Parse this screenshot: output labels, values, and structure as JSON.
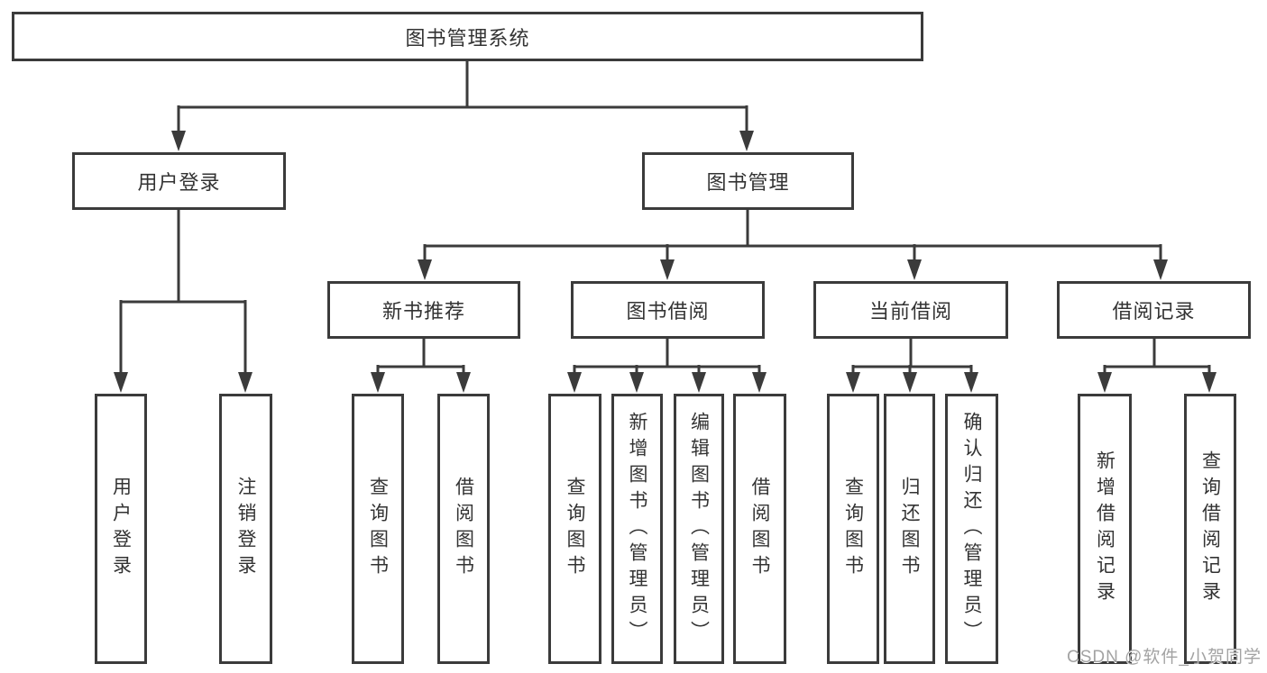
{
  "diagram": {
    "title": "图书管理系统",
    "root": {
      "label": "图书管理系统"
    },
    "level2": [
      {
        "label": "用户登录"
      },
      {
        "label": "图书管理"
      }
    ],
    "level3": [
      {
        "label": "新书推荐"
      },
      {
        "label": "图书借阅"
      },
      {
        "label": "当前借阅"
      },
      {
        "label": "借阅记录"
      }
    ],
    "leaves": {
      "user_login": [
        {
          "label": "用户登录"
        },
        {
          "label": "注销登录"
        }
      ],
      "new_book": [
        {
          "label": "查询图书"
        },
        {
          "label": "借阅图书"
        }
      ],
      "book_borrow": [
        {
          "label": "查询图书"
        },
        {
          "label": "新增图书（管理员）"
        },
        {
          "label": "编辑图书（管理员）"
        },
        {
          "label": "借阅图书"
        }
      ],
      "current_borrow": [
        {
          "label": "查询图书"
        },
        {
          "label": "归还图书"
        },
        {
          "label": "确认归还（管理员）"
        }
      ],
      "borrow_record": [
        {
          "label": "新增借阅记录"
        },
        {
          "label": "查询借阅记录"
        }
      ]
    },
    "watermark": "CSDN @软件_小贺同学",
    "colors": {
      "line": "#3b3b3b",
      "text": "#333333",
      "watermark": "#a3a3a3",
      "background": "#ffffff"
    }
  }
}
